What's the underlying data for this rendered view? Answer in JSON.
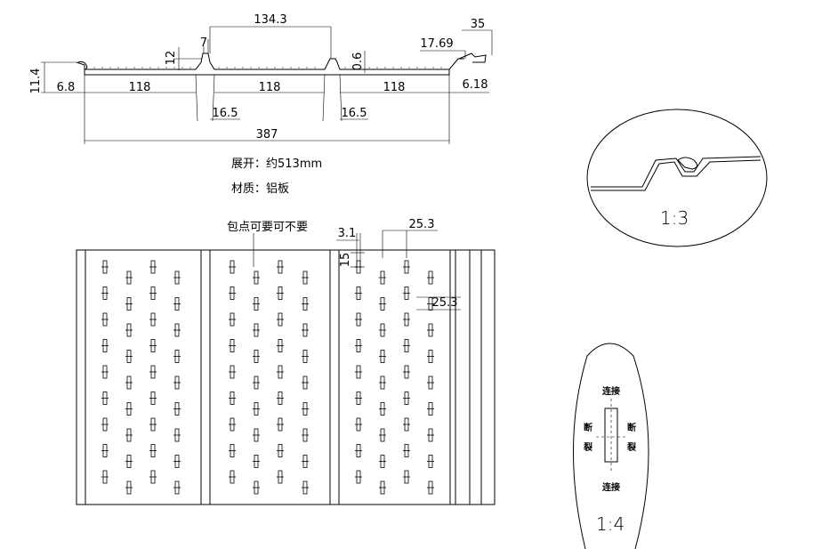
{
  "profile_dims": {
    "top_pitch": "134.3",
    "rib_top": "7",
    "rib_height": "12",
    "thickness": "0.6",
    "lap_width": "35",
    "lap_offset": "17.69",
    "height": "11.4",
    "left_edge": "6.8",
    "pan1": "118",
    "pan2": "118",
    "pan3": "118",
    "right_edge": "6.18",
    "rib_base_1": "16.5",
    "rib_base_2": "16.5",
    "total_width": "387"
  },
  "notes": {
    "unfold": "展开：约513mm",
    "material": "材质：铝板"
  },
  "plan": {
    "emboss_note": "包点可要可不要",
    "dim_slot_width": "3.1",
    "dim_slot_length": "15",
    "dim_pitch_x": "25.3",
    "dim_pitch_y": "25.3"
  },
  "detail_1": {
    "scale": "1:3"
  },
  "detail_2": {
    "scale": "1:4",
    "label_top": "连接",
    "label_bottom": "连接",
    "label_left": "断\n裂",
    "label_right": "断\n裂"
  }
}
